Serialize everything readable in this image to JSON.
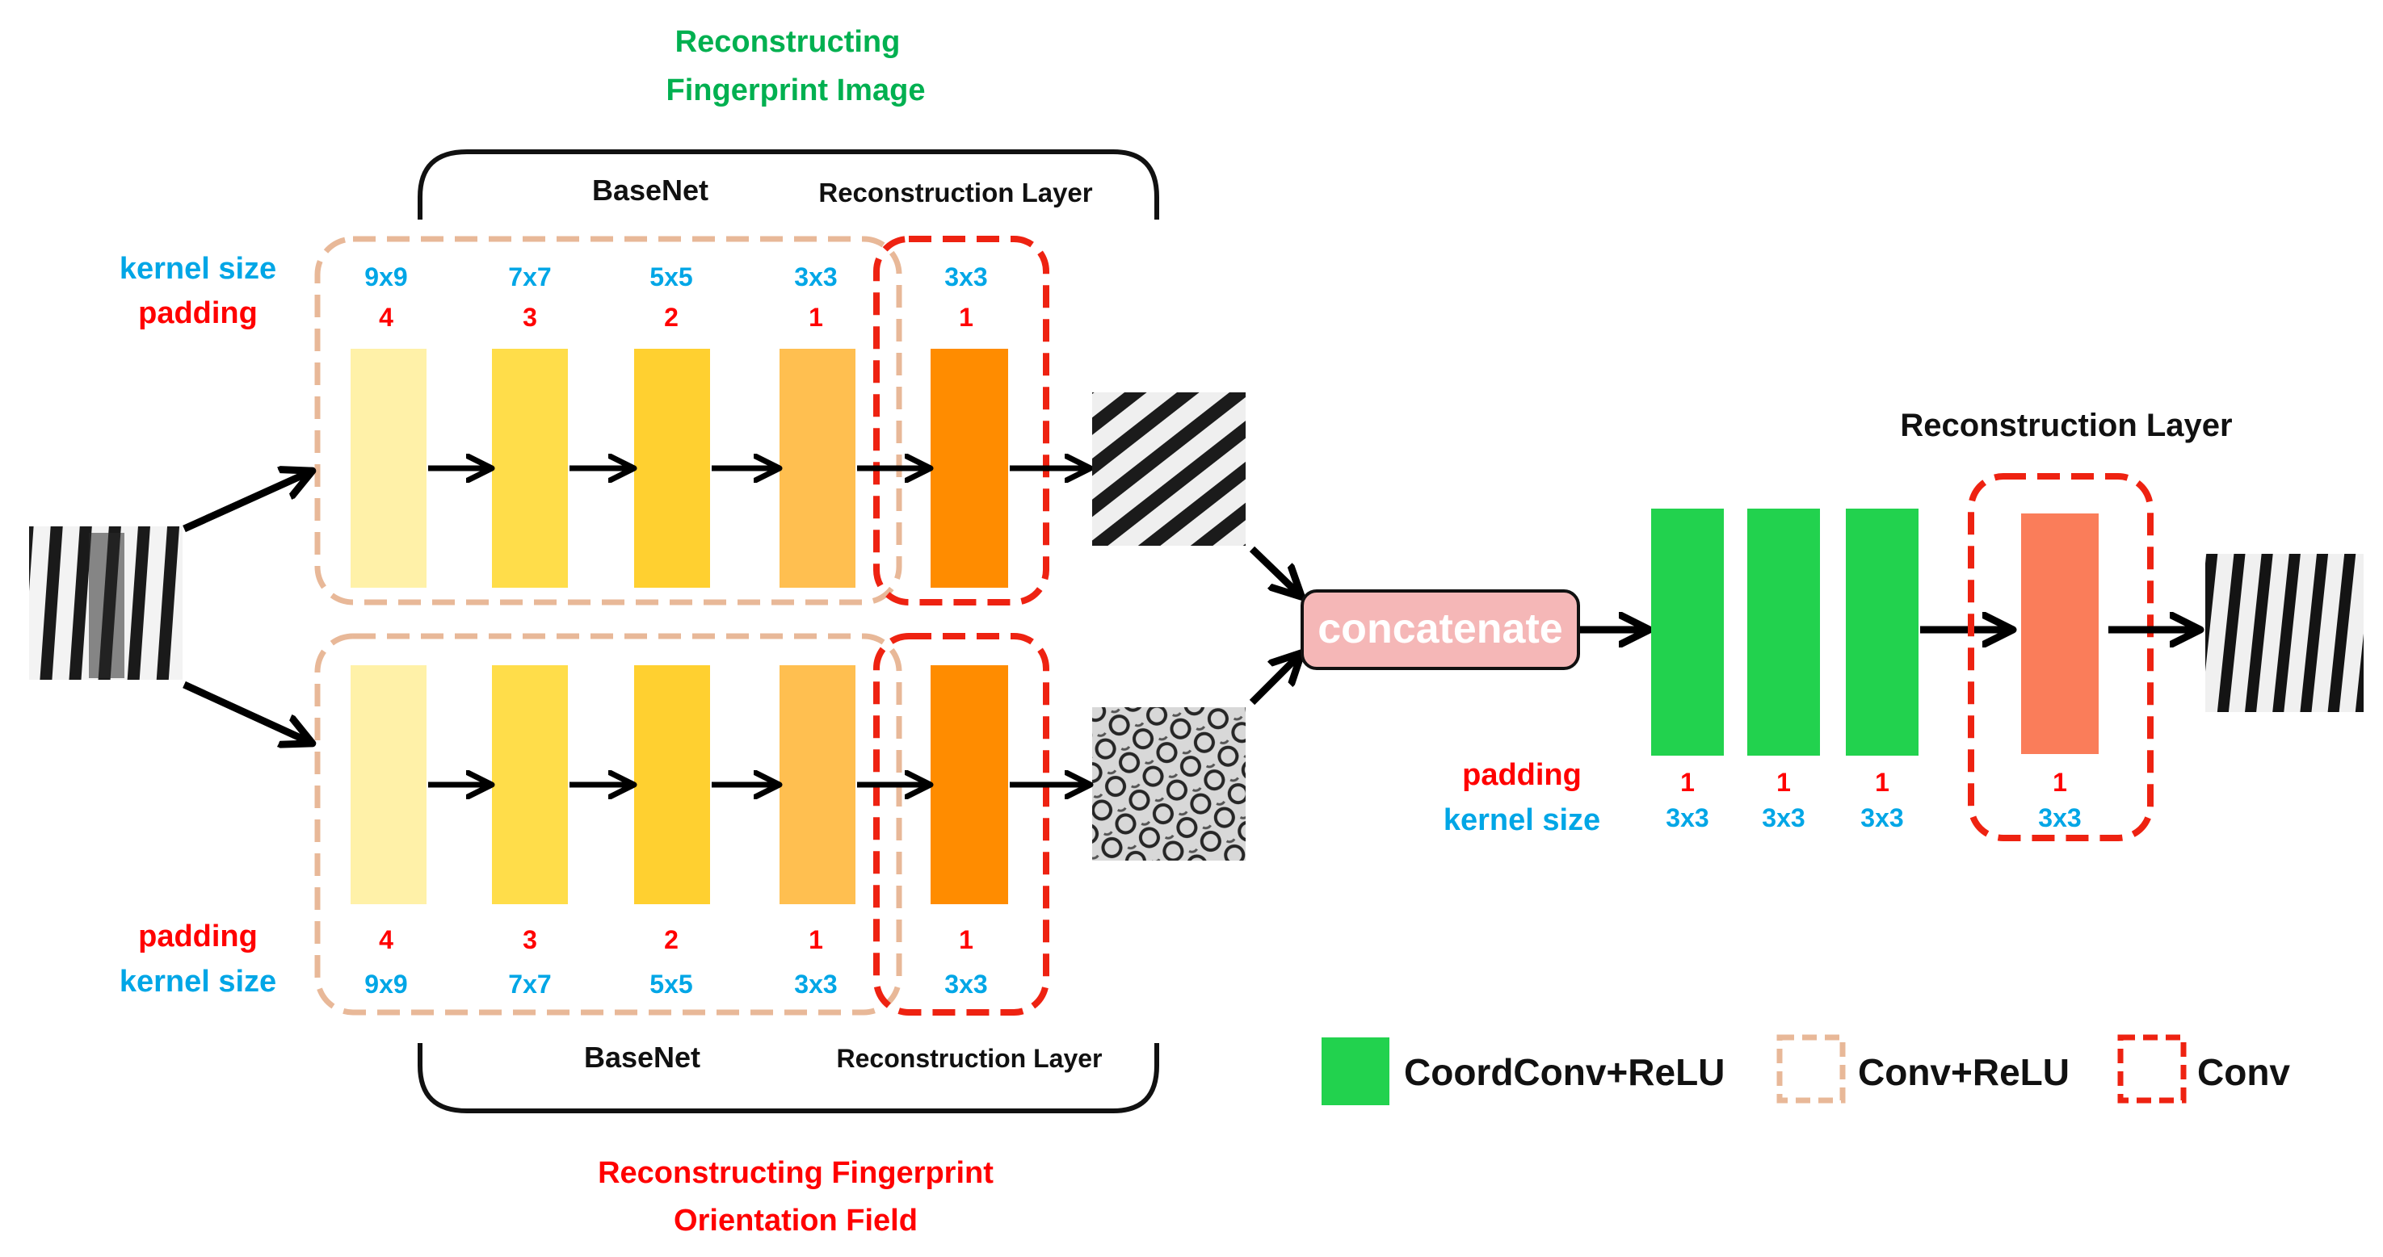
{
  "top_branch": {
    "title_line1": "Reconstructing",
    "title_line2": "Fingerprint  Image",
    "basenet_label": "BaseNet",
    "recon_label": "Reconstruction Layer",
    "kernel_label": "kernel size",
    "padding_label": "padding",
    "kernels": [
      "9x9",
      "7x7",
      "5x5",
      "3x3",
      "3x3"
    ],
    "paddings": [
      "4",
      "3",
      "2",
      "1",
      "1"
    ]
  },
  "bottom_branch": {
    "title_line1": "Reconstructing  Fingerprint",
    "title_line2": "Orientation  Field",
    "basenet_label": "BaseNet",
    "recon_label": "Reconstruction Layer",
    "kernel_label": "kernel size",
    "padding_label": "padding",
    "kernels": [
      "9x9",
      "7x7",
      "5x5",
      "3x3",
      "3x3"
    ],
    "paddings": [
      "4",
      "3",
      "2",
      "1",
      "1"
    ]
  },
  "merge": {
    "concat_label": "concatenate",
    "recon_label": "Reconstruction Layer",
    "padding_label": "padding",
    "kernel_label": "kernel size",
    "paddings": [
      "1",
      "1",
      "1",
      "1"
    ],
    "kernels": [
      "3x3",
      "3x3",
      "3x3",
      "3x3"
    ]
  },
  "legend": {
    "coordconv": "CoordConv+ReLU",
    "conv_relu": "Conv+ReLU",
    "conv": "Conv"
  },
  "colors": {
    "layer1": "#fff1a8",
    "layer2": "#ffdd4a",
    "layer3": "#ffd030",
    "layer4": "#ffbf50",
    "layer5": "#ff8c00",
    "coordconv": "#22d24e",
    "final_conv": "#fa7d5a",
    "concat_fill": "#f5b7b7",
    "conv_relu_border": "#e8b898",
    "conv_border": "#ee2211"
  }
}
